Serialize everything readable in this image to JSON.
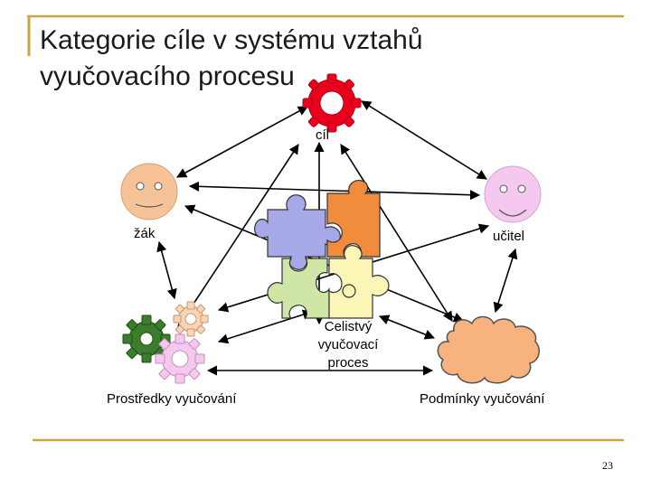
{
  "title": {
    "line1": "Kategorie cíle v systému vztahů",
    "line2": "vyučovacího procesu"
  },
  "nodes": {
    "goal": "cíl",
    "student": "žák",
    "teacher": "učitel",
    "center": [
      "Celistvý",
      "vyučovací",
      "proces"
    ],
    "means": "Prostředky vyučování",
    "conditions": "Podmínky vyučování"
  },
  "page_number": "23",
  "colors": {
    "accent_gold": "#c8a640",
    "goal_gear": "#e8001c",
    "face": "#f5c397",
    "teacher_face": "#f5c8f0",
    "puzzle_blue": "#a6a8e8",
    "puzzle_orange": "#f08c3c",
    "puzzle_green": "#cfe6a6",
    "puzzle_yellow": "#fbf6b6",
    "gear_green": "#3b7d2c",
    "gear_peach": "#fad4b4",
    "gear_pink": "#f6c8f0",
    "cloud": "#f7b27e"
  }
}
